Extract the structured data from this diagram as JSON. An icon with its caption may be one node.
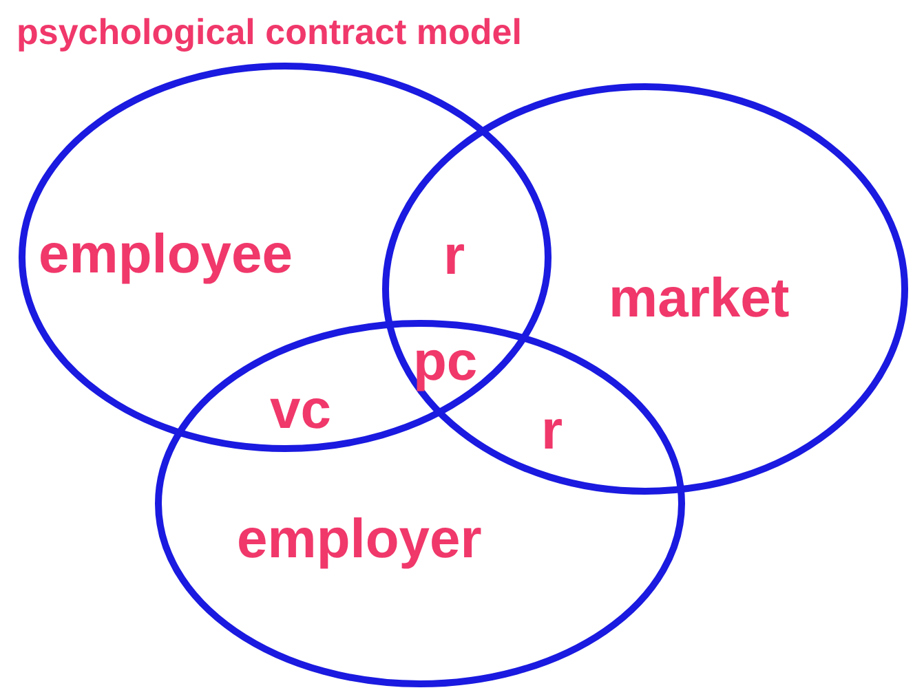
{
  "diagram": {
    "title": "psychological contract model",
    "nodes": [
      {
        "text": [
          "employee"
        ]
      },
      {
        "text": [
          "market"
        ]
      },
      {
        "text": [
          "employer"
        ]
      }
    ],
    "labels": [
      "r",
      "pc",
      "vc",
      "r"
    ]
  }
}
